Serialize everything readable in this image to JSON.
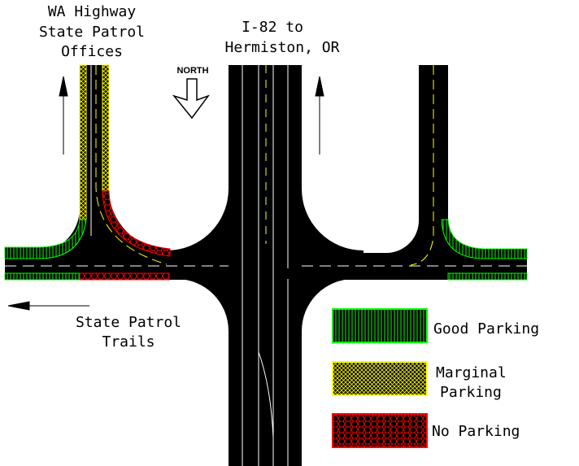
{
  "labels": {
    "state_patrol_offices": [
      "WA Highway",
      "State Patrol",
      "Offices"
    ],
    "interstate": [
      "I-82 to",
      "Hermiston, OR"
    ],
    "north": "NORTH",
    "trails": [
      "State Patrol",
      "Trails"
    ]
  },
  "legend": {
    "good": "Good  Parking",
    "marginal": [
      "Marginal",
      "Parking"
    ],
    "none": "No  Parking"
  },
  "colors": {
    "road": "#000000",
    "lane_line": "#ffffff",
    "center_line": "#ffff00",
    "good_parking": "#00ff00",
    "marginal_parking": "#ffff00",
    "no_parking": "#ff0000"
  }
}
